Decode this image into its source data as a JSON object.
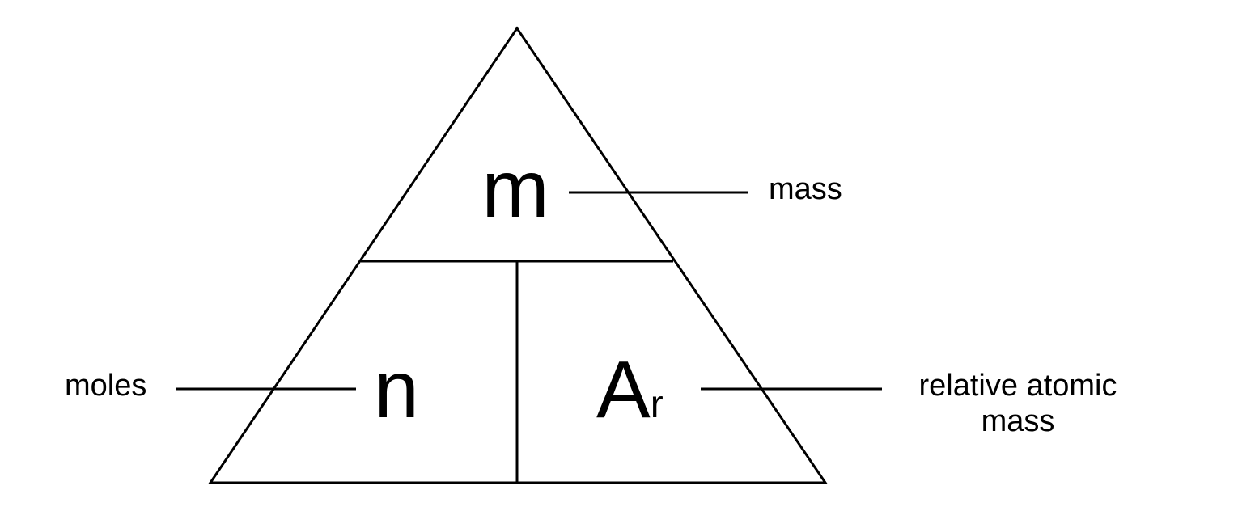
{
  "diagram": {
    "top_symbol": "m",
    "left_symbol": "n",
    "right_symbol": "A",
    "right_symbol_subscript": "r",
    "top_label": "mass",
    "left_label": "moles",
    "right_label_line1": "relative atomic",
    "right_label_line2": "mass"
  },
  "colors": {
    "stroke": "#000000",
    "background": "#ffffff"
  }
}
